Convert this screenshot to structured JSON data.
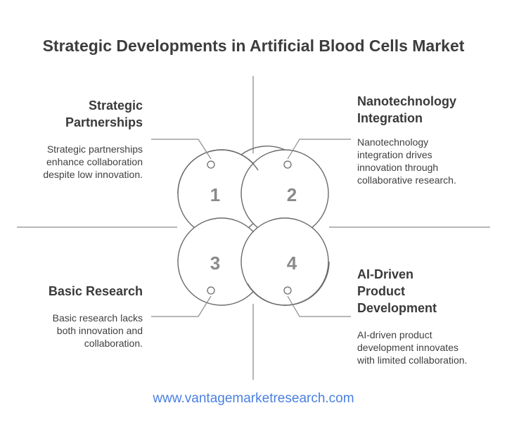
{
  "title": "Strategic Developments in Artificial Blood Cells Market",
  "quadrants": [
    {
      "number": "1",
      "heading": "Strategic\nPartnerships",
      "description": "Strategic partnerships\nenhance collaboration\ndespite low innovation."
    },
    {
      "number": "2",
      "heading": "Nanotechnology\nIntegration",
      "description": "Nanotechnology\nintegration drives\ninnovation through\ncollaborative research."
    },
    {
      "number": "3",
      "heading": "Basic Research",
      "description": "Basic research lacks\nboth innovation and\ncollaboration."
    },
    {
      "number": "4",
      "heading": "AI-Driven\nProduct\nDevelopment",
      "description": "AI-driven product\ndevelopment innovates\nwith limited collaboration."
    }
  ],
  "footer": "www.vantagemarketresearch.com",
  "colors": {
    "line": "#8c8c8c",
    "footer": "#4a7fe0",
    "text": "#3a3a3a"
  }
}
